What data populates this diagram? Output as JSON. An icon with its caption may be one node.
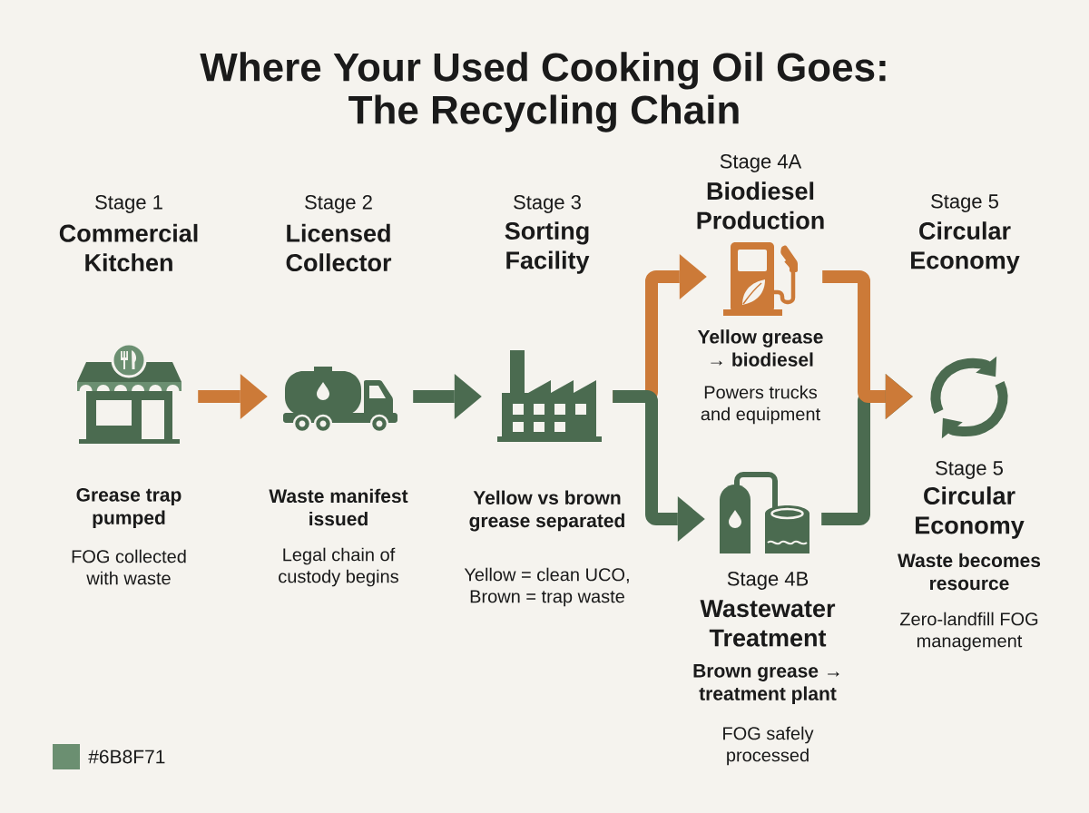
{
  "diagram": {
    "title": "Where Your Used Cooking Oil Goes: The Recycling Chain",
    "nodes": [
      {
        "text": [],
        "shape": "picture",
        "beside": [
          "Stage 1",
          "Commercial Kitchen",
          "Grease trap pumped",
          "FOG collected with waste"
        ]
      },
      {
        "text": [],
        "shape": "picture",
        "beside": [
          "Stage 2",
          "Licensed Collector",
          "Waste manifest issued",
          "Legal chain of custody begins"
        ]
      },
      {
        "text": [],
        "shape": "picture",
        "beside": [
          "Stage 3",
          "Sorting Facility",
          "Yellow vs brown grease separated",
          "Yellow = clean UCO, Brown = trap waste"
        ]
      },
      {
        "text": [],
        "shape": "picture",
        "beside": [
          "Stage 4A",
          "Biodiesel Production",
          "Yellow grease → biodiesel",
          "Powers trucks and equipment"
        ]
      },
      {
        "text": [],
        "shape": "picture",
        "beside": [
          "Stage 4B",
          "Wastewater Treatment",
          "Brown grease → treatment plant",
          "FOG safely processed"
        ]
      },
      {
        "text": [],
        "shape": "picture",
        "beside": [
          "Stage 5",
          "Circular Economy",
          "Stage 5",
          "Circular Economy",
          "Waste becomes resource",
          "Zero-landfill FOG management"
        ]
      }
    ],
    "edges": [
      {
        "from": 0,
        "to": 1,
        "arrow": "to",
        "color": "#cc7a38"
      },
      {
        "from": 1,
        "to": 2,
        "arrow": "to",
        "color": "#4b6b50"
      },
      {
        "from": 2,
        "to": 3,
        "arrow": "to",
        "color": "#cc7a38"
      },
      {
        "from": 2,
        "to": 4,
        "arrow": "to",
        "color": "#4b6b50"
      },
      {
        "from": 3,
        "to": 5,
        "arrow": "to",
        "color": "#cc7a38"
      },
      {
        "from": 4,
        "to": 5,
        "arrow": "to",
        "color": "#4b6b50"
      }
    ],
    "legend": [
      {
        "text": "#6B8F71",
        "color": "#6b8f71"
      }
    ]
  }
}
